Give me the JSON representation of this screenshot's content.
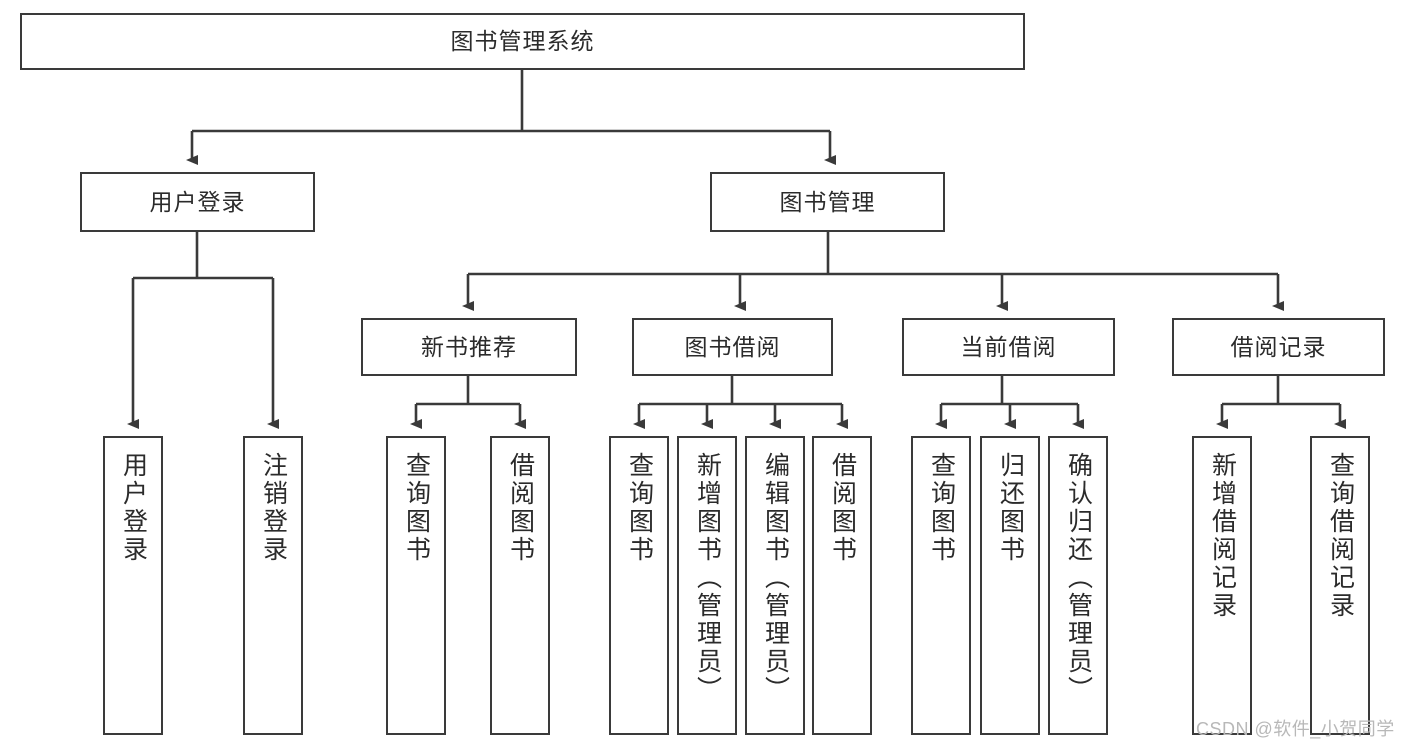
{
  "diagram": {
    "title": "图书管理系统",
    "type": "tree-hierarchy-chart",
    "levels": {
      "root": {
        "label": "图书管理系统"
      },
      "level2": [
        {
          "id": "user-login",
          "label": "用户登录"
        },
        {
          "id": "book-management",
          "label": "图书管理"
        }
      ],
      "level3": [
        {
          "id": "new-book-recommend",
          "label": "新书推荐"
        },
        {
          "id": "book-borrow",
          "label": "图书借阅"
        },
        {
          "id": "current-borrow",
          "label": "当前借阅"
        },
        {
          "id": "borrow-record",
          "label": "借阅记录"
        }
      ],
      "leaves": {
        "user_login": [
          {
            "id": "leaf-user-login",
            "label": "用户登录"
          },
          {
            "id": "leaf-logout-login",
            "label": "注销登录"
          }
        ],
        "new_book_recommend": [
          {
            "id": "leaf-query-book-1",
            "label": "查询图书"
          },
          {
            "id": "leaf-borrow-book-1",
            "label": "借阅图书"
          }
        ],
        "book_borrow": [
          {
            "id": "leaf-query-book-2",
            "label": "查询图书"
          },
          {
            "id": "leaf-add-book",
            "label": "新增图书（管理员）"
          },
          {
            "id": "leaf-edit-book",
            "label": "编辑图书（管理员）"
          },
          {
            "id": "leaf-borrow-book-2",
            "label": "借阅图书"
          }
        ],
        "current_borrow": [
          {
            "id": "leaf-query-book-3",
            "label": "查询图书"
          },
          {
            "id": "leaf-return-book",
            "label": "归还图书"
          },
          {
            "id": "leaf-confirm-return",
            "label": "确认归还（管理员）"
          }
        ],
        "borrow_record": [
          {
            "id": "leaf-add-borrow-record",
            "label": "新增借阅记录"
          },
          {
            "id": "leaf-query-borrow-record",
            "label": "查询借阅记录"
          }
        ]
      }
    },
    "watermark": "CSDN @软件_小贺同学",
    "colors": {
      "border": "#3a3a3a",
      "text": "#2b2b2b",
      "background": "#ffffff",
      "connector": "#3a3a3a",
      "watermark": "#b8b8b8"
    }
  }
}
